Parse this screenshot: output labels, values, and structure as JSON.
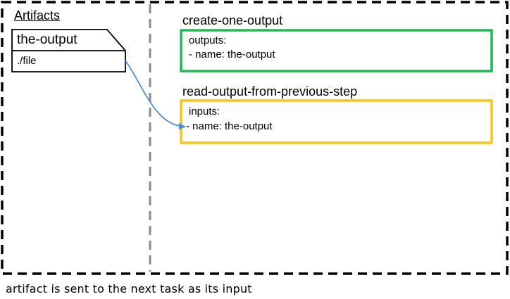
{
  "artifacts": {
    "heading": "Artifacts",
    "name": "the-output",
    "path": "./file"
  },
  "steps": [
    {
      "title": "create-one-output",
      "lines": [
        "outputs:",
        "- name: the-output"
      ],
      "border_color": "#1db954"
    },
    {
      "title": "read-output-from-previous-step",
      "lines": [
        "inputs:",
        "- name: the-output"
      ],
      "border_color": "#f5c518"
    }
  ],
  "arrow_color": "#4a90d9",
  "caption": "artifact is sent to the next task as its input"
}
